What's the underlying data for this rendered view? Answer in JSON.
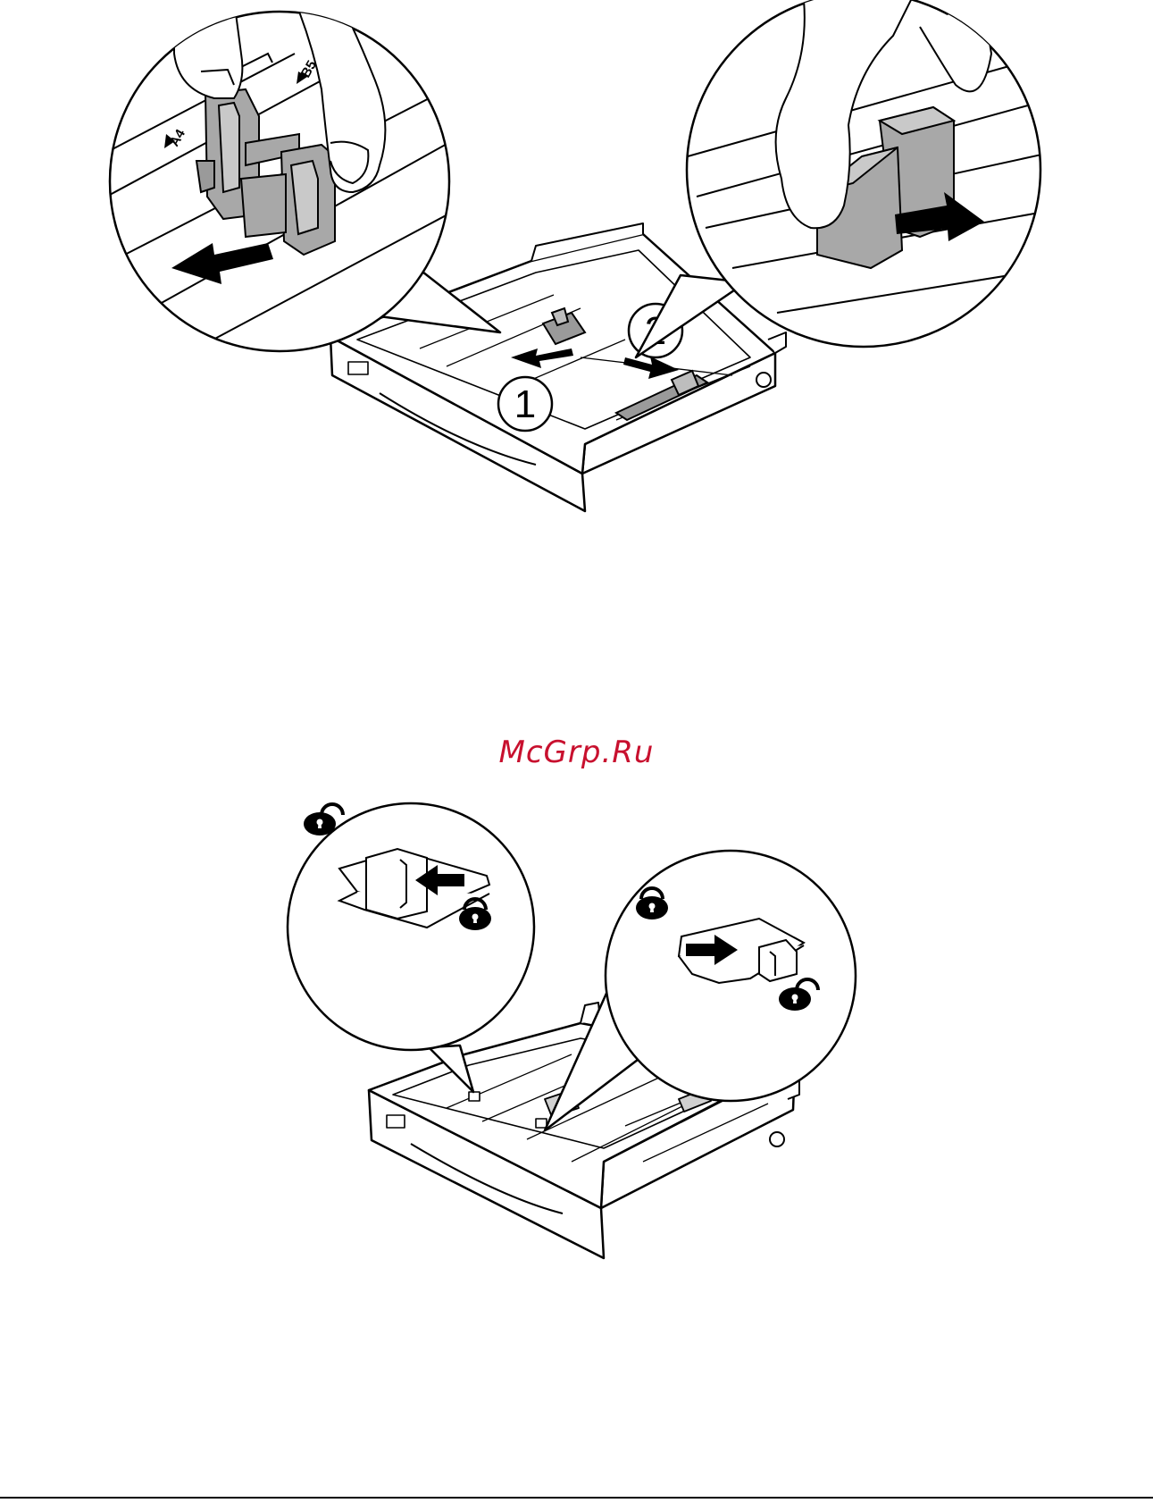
{
  "figure1": {
    "left_inset": {
      "label_a4": "A4",
      "label_b5": "B5"
    },
    "callouts": [
      "1",
      "2"
    ]
  },
  "watermark": {
    "text": "McGrp.Ru",
    "color": "#c8102e"
  },
  "figure2": {
    "left_inset": {
      "icon": "lock-slider-move-left"
    },
    "right_inset": {
      "icon": "lock-slider-move-right"
    }
  }
}
